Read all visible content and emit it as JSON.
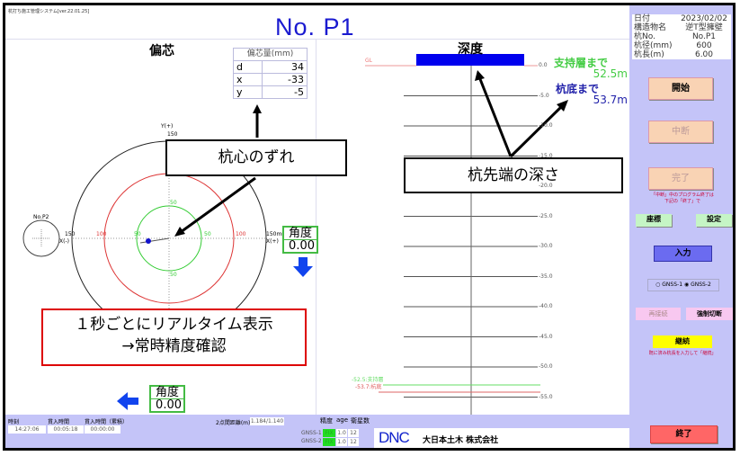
{
  "app_title": "杭打ち施工管理システム[ver.22.01.25]",
  "pile_number": "No. P1",
  "eccentricity": {
    "title": "偏芯",
    "table_header": "偏芯量(mm)",
    "rows": [
      {
        "k": "d",
        "v": "34"
      },
      {
        "k": "x",
        "v": "-33"
      },
      {
        "k": "y",
        "v": "-5"
      }
    ],
    "axis": {
      "y_plus": "Y(+)",
      "x_minus": "X(-)",
      "x_plus": "X(+)",
      "t150": "150",
      "t150mm": "150mm",
      "t100": "100",
      "t50": "50"
    },
    "neighbor_pile": "No.P2",
    "angle_label": "角度",
    "angle_value": "0.00"
  },
  "depth": {
    "title": "深度",
    "gl": "GL",
    "ticks": [
      "0.0",
      "-5.0",
      "-10.0",
      "-15.0",
      "-20.0",
      "-25.0",
      "-30.0",
      "-35.0",
      "-40.0",
      "-45.0",
      "-50.0",
      "-55.0"
    ],
    "to_bearing_label": "支持層まで",
    "to_bearing_value": "52.5m",
    "to_bottom_label": "杭底まで",
    "to_bottom_value": "53.7m",
    "bearing_marker": "-52.5:支持層",
    "bottom_marker": "-53.7:杭底"
  },
  "callouts": {
    "center_offset": "杭心のずれ",
    "tip_depth": "杭先端の深さ",
    "realtime_line1": "１秒ごとにリアルタイム表示",
    "realtime_line2": "→常時精度確認"
  },
  "bottom_angle": {
    "label": "角度",
    "value": "0.00"
  },
  "info": [
    {
      "k": "日付",
      "v": "2023/02/02"
    },
    {
      "k": "構造物名",
      "v": "逆T型擁壁"
    },
    {
      "k": "杭No.",
      "v": "No.P1"
    },
    {
      "k": "杭径(mm)",
      "v": "600"
    },
    {
      "k": "杭長(m)",
      "v": "6.00"
    }
  ],
  "buttons": {
    "start": "開始",
    "pause": "中断",
    "complete": "完了",
    "complete_note1": "「中断」中のプログラム終了は",
    "complete_note2": "下記の「終了」で",
    "coords": "座標",
    "settings": "設定",
    "input": "入力",
    "gnss1": "GNSS-1",
    "gnss2": "GNSS-2",
    "reconnect": "再接続",
    "force_disconnect": "強制切断",
    "continue": "継続",
    "continue_note": "既に済み杭長を入力して「継続」",
    "exit": "終了"
  },
  "status": {
    "time_label": "時刻",
    "time": "14:27:06",
    "pen_label": "貫入時間",
    "pen": "00:05:18",
    "pen_cum_label": "貫入時間（累積）",
    "pen_cum": "00:00:00",
    "dist_label": "2点間距離(m)",
    "dist": "1.184/1.140",
    "gnss_header": {
      "acc": "精度",
      "age": "age",
      "sats": "衛星数"
    },
    "gnss": [
      {
        "name": "GNSS-1",
        "fix": "FIX",
        "age": "1.0",
        "sats": "12"
      },
      {
        "name": "GNSS-2",
        "fix": "FIX",
        "age": "1.0",
        "sats": "12"
      }
    ]
  },
  "logo": {
    "brand": "DNC",
    "company": "大日本土木 株式会社"
  }
}
